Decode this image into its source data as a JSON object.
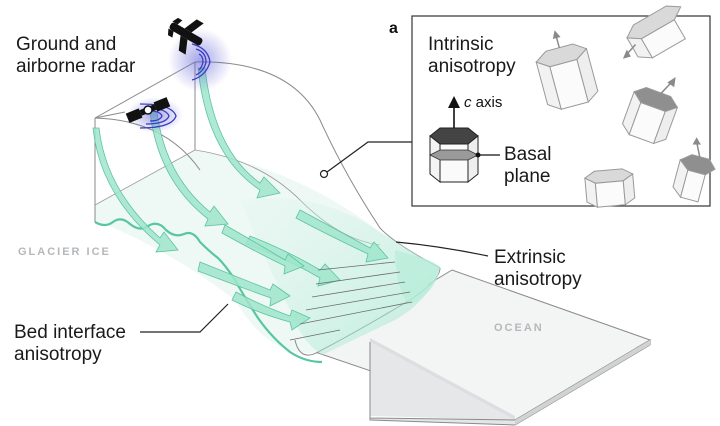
{
  "labels": {
    "radar_line1": "Ground and",
    "radar_line2": "airborne radar",
    "glacier_ice": "GLACIER ICE",
    "ocean": "OCEAN",
    "bed_line1": "Bed interface",
    "bed_line2": "anisotropy",
    "extrinsic_line1": "Extrinsic",
    "extrinsic_line2": "anisotropy",
    "inset_letter": "a",
    "intrinsic_line1": "Intrinsic",
    "intrinsic_line2": "anisotropy",
    "c_axis_letter": "c",
    "c_axis_rest": " axis",
    "basal_line1": "Basal",
    "basal_line2": "plane"
  },
  "icons": {
    "aircraft": "airplane-icon",
    "satellite": "satellite-icon",
    "crystal": "hexagonal-prism-icon"
  },
  "colors": {
    "flow_arrow": "#8fe0c4",
    "flow_arrow_stroke": "#5cc3a3",
    "radar_ring": "#3b3bc4",
    "outline": "#7a7a7a",
    "ocean_block": "#e9eaeb",
    "glacier_label": "#b5b8bb"
  }
}
